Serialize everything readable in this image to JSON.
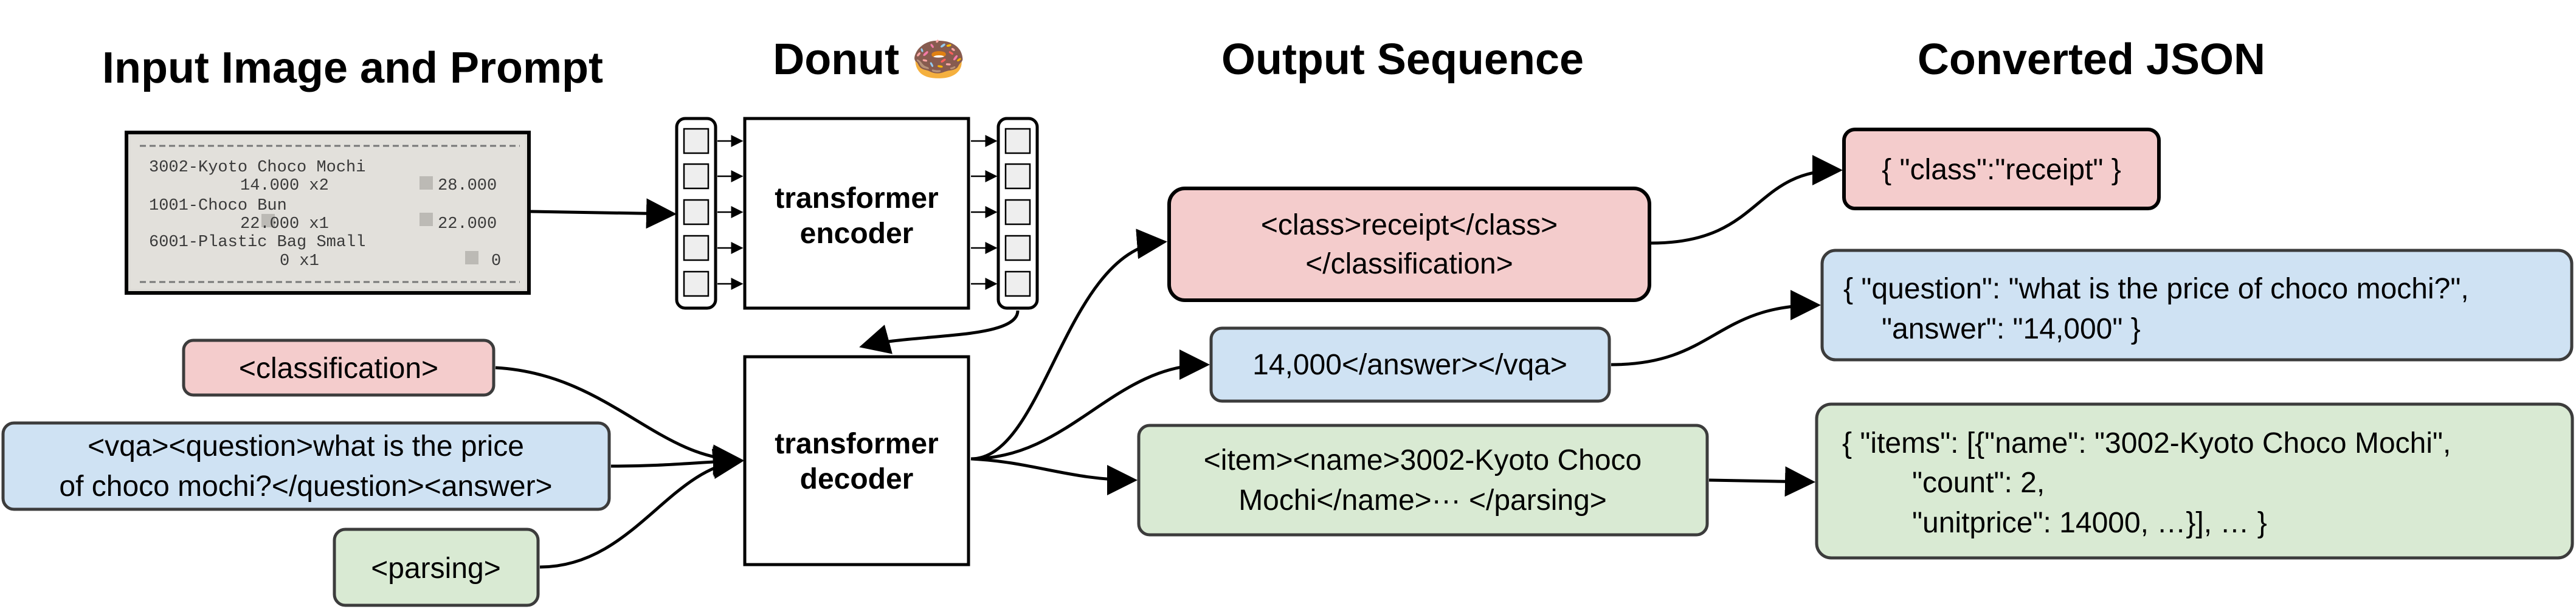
{
  "headers": {
    "input": "Input Image and Prompt",
    "donut": "Donut 🍩",
    "output": "Output Sequence",
    "json": "Converted JSON"
  },
  "receipt": {
    "lines": [
      "3002-Kyoto Choco Mochi",
      "14.000    x2",
      "28.000",
      "1001-Choco Bun",
      "22.000    x1",
      "22.000",
      "6001-Plastic Bag Small",
      "0    x1",
      "0"
    ]
  },
  "prompts": {
    "classification": "<classification>",
    "vqa": [
      "<vqa><question>what is the price",
      "of choco mochi?</question><answer>"
    ],
    "parsing": "<parsing>"
  },
  "model": {
    "encoder": [
      "transformer",
      "encoder"
    ],
    "decoder": [
      "transformer",
      "decoder"
    ]
  },
  "outputs": {
    "classification": [
      "<class>receipt</class>",
      "</classification>"
    ],
    "vqa": "14,000</answer></vqa>",
    "parsing": [
      "<item><name>3002-Kyoto Choco",
      "Mochi</name>··· </parsing>"
    ]
  },
  "json": {
    "classification": "{ \"class\":\"receipt\" }",
    "vqa": [
      "{ \"question\": \"what is the price of choco mochi?\",",
      "\"answer\": \"14,000\" }"
    ],
    "parsing": [
      "{ \"items\": [{\"name\": \"3002-Kyoto Choco Mochi\",",
      "\"count\": 2,",
      "\"unitprice\": 14000, …}], … }"
    ]
  },
  "colors": {
    "pink_fill": "#f4cccc",
    "blue_fill": "#cfe2f3",
    "green_fill": "#d9ead3",
    "receipt_bg": "#dcdad5",
    "stroke": "#000000"
  }
}
